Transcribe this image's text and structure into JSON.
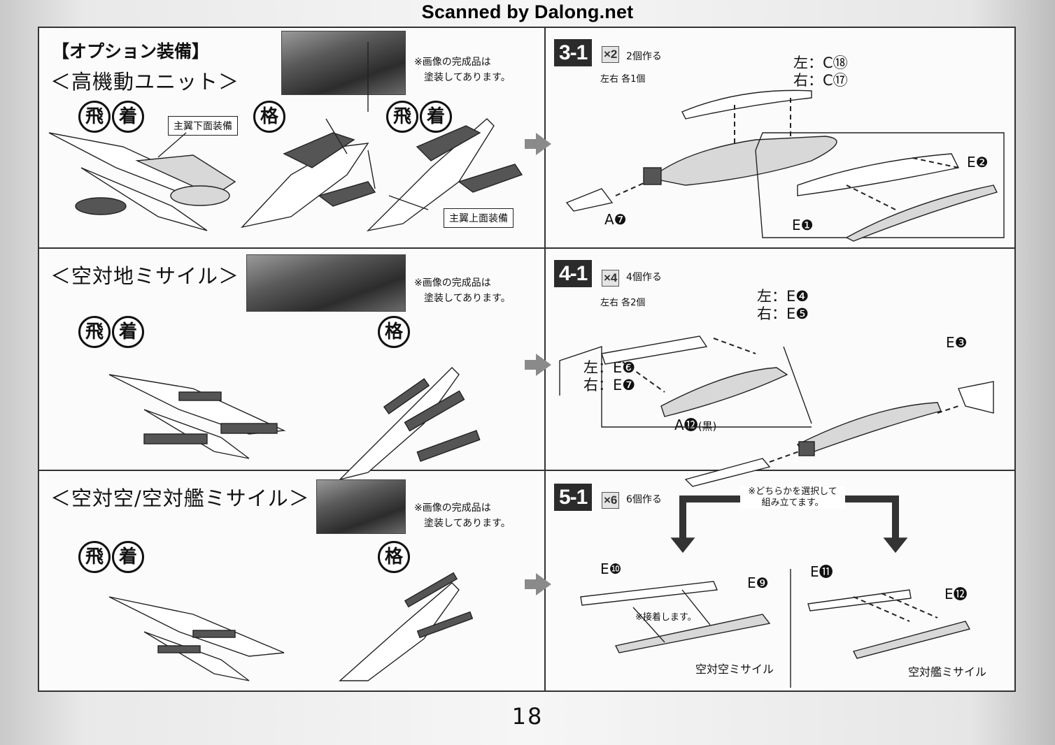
{
  "watermark": "Scanned by Dalong.net",
  "page_number": "18",
  "option_header": "【オプション装備】",
  "badges": {
    "fly": "飛",
    "land": "着",
    "fight": "格"
  },
  "sections": [
    {
      "title": "＜高機動ユニット＞",
      "note": [
        "※画像の完成品は",
        "塗装してあります。"
      ],
      "labels": [
        "主翼下面装備",
        "主翼上面装備"
      ],
      "step": {
        "number": "3-1",
        "multiplier": "×2",
        "make": "2個作る",
        "sub": "左右 各1個",
        "parts": {
          "left_right": [
            "左：C⑱",
            "右：C⑰"
          ],
          "e2": "E❷",
          "e1": "E❶",
          "a7": "A❼"
        }
      }
    },
    {
      "title": "＜空対地ミサイル＞",
      "note": [
        "※画像の完成品は",
        "塗装してあります。"
      ],
      "step": {
        "number": "4-1",
        "multiplier": "×4",
        "make": "4個作る",
        "sub": "左右 各2個",
        "parts": {
          "upper_left_right": [
            "左：E❹",
            "右：E❺"
          ],
          "lower_left_right": [
            "左：E❻",
            "右：E❼"
          ],
          "e3": "E❸",
          "a12": "A⓬",
          "a12_note": "(黒)"
        }
      }
    },
    {
      "title": "＜空対空/空対艦ミサイル＞",
      "note": [
        "※画像の完成品は",
        "塗装してあります。"
      ],
      "step": {
        "number": "5-1",
        "multiplier": "×6",
        "make": "6個作る",
        "select_note": [
          "※どちらかを選択して",
          "組み立てます。"
        ],
        "parts": {
          "e10": "E❿",
          "e9": "E❾",
          "e11": "E⓫",
          "e12": "E⓬"
        },
        "glue_note": "※接着します。",
        "captions": [
          "空対空ミサイル",
          "空対艦ミサイル"
        ]
      }
    }
  ]
}
